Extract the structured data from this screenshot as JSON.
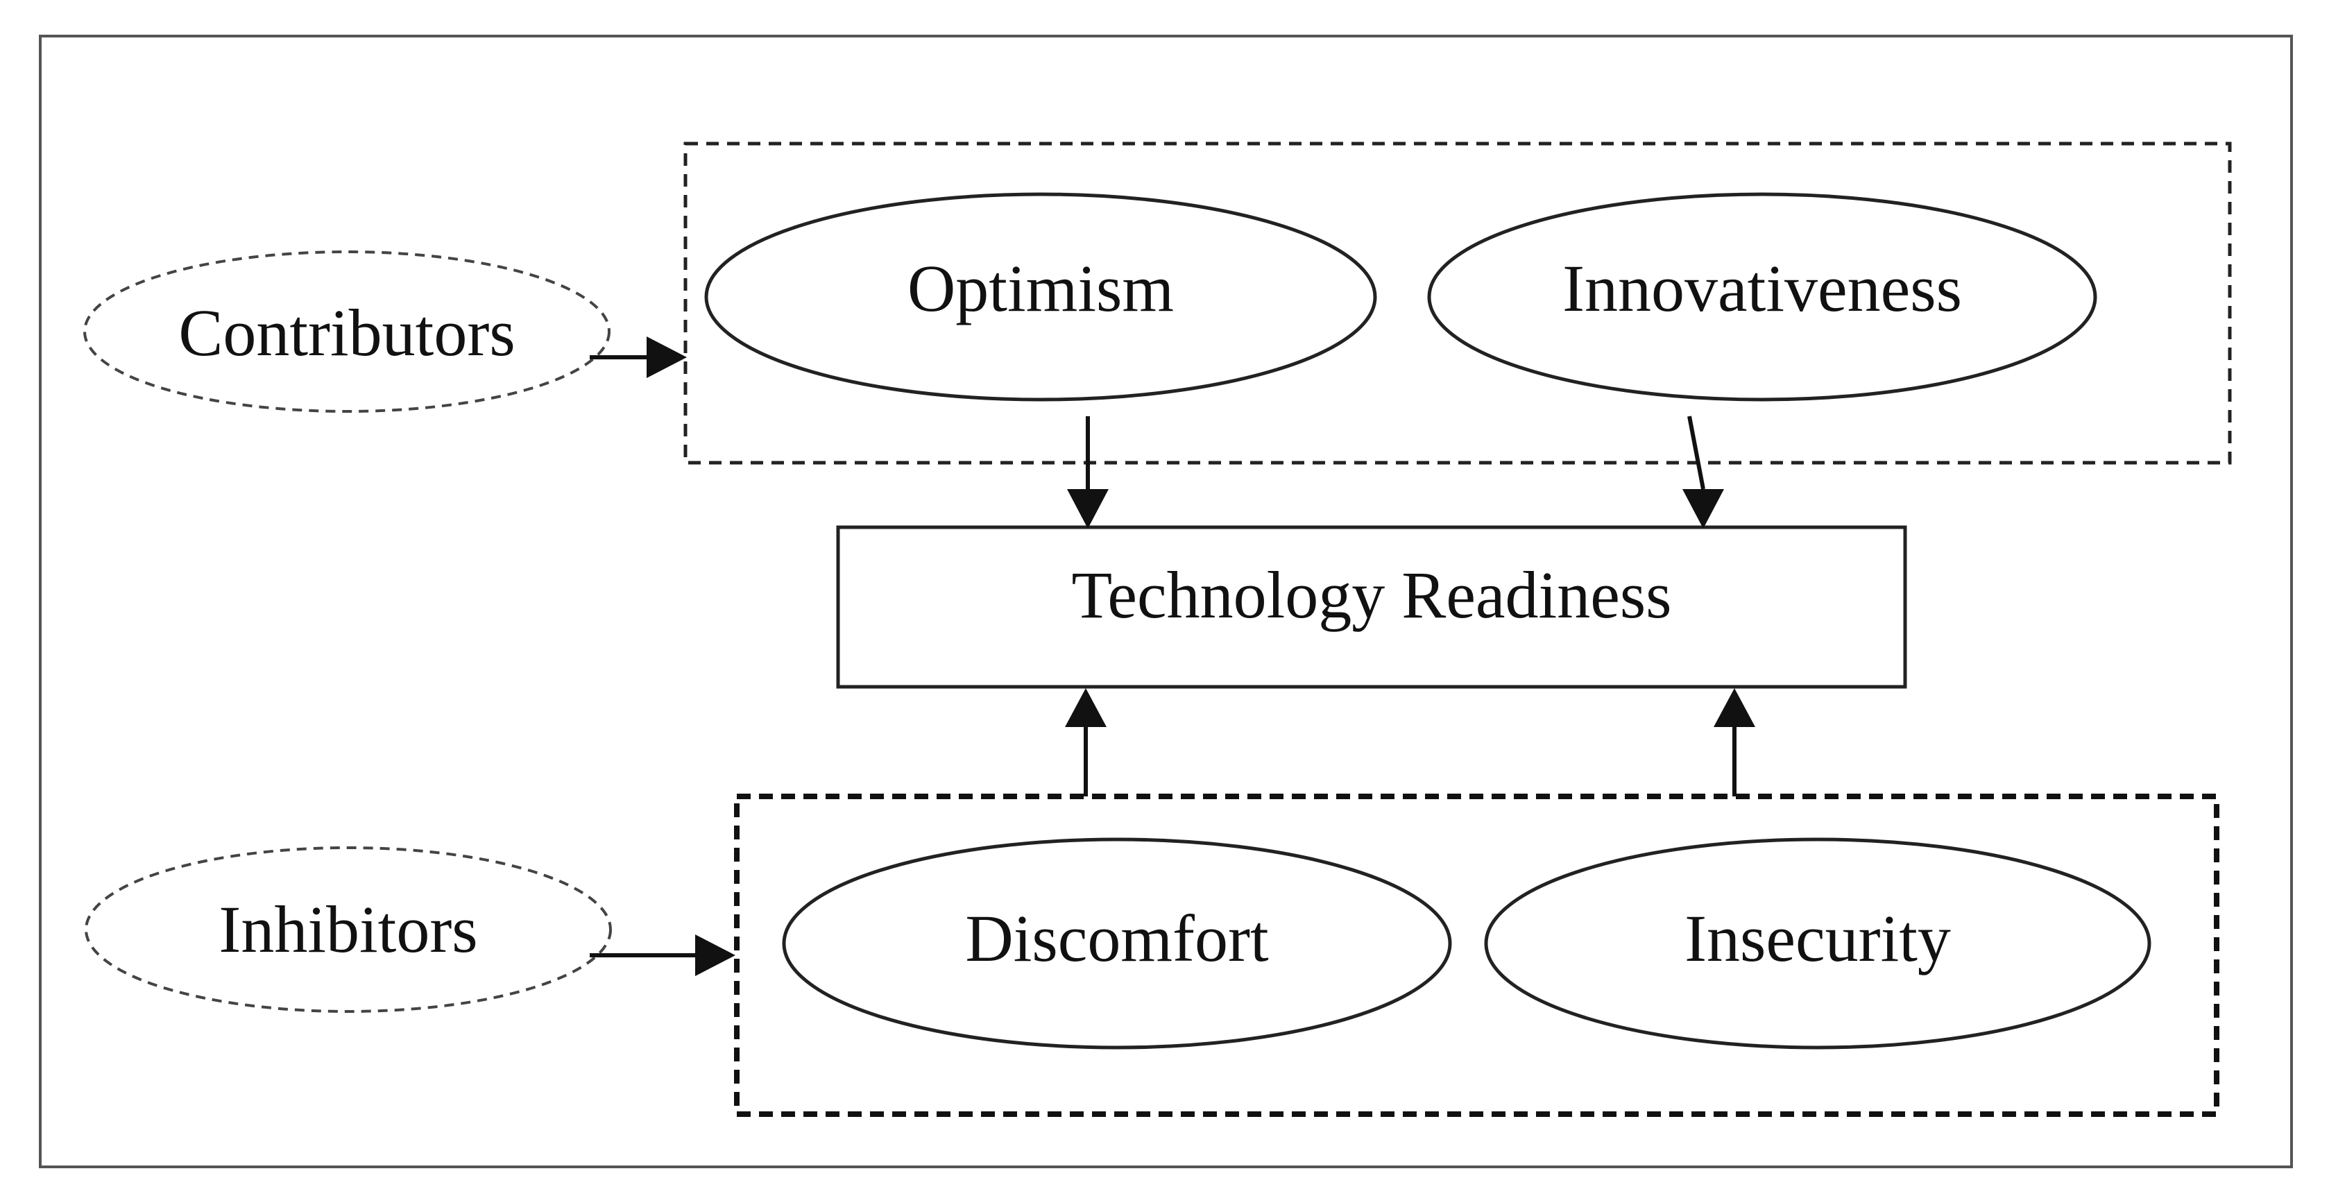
{
  "diagram": {
    "center": {
      "label": "Technology Readiness"
    },
    "contributors": {
      "label": "Contributors",
      "factors": [
        "Optimism",
        "Innovativeness"
      ]
    },
    "inhibitors": {
      "label": "Inhibitors",
      "factors": [
        "Discomfort",
        "Insecurity"
      ]
    }
  }
}
